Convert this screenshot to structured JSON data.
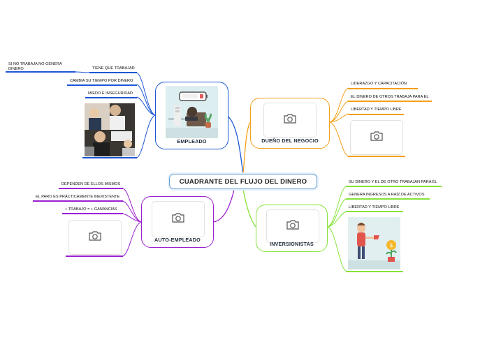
{
  "central": {
    "title": "CUADRANTE DEL FLUJO DEL DINERO"
  },
  "empleado": {
    "title": "EMPLEADO",
    "leaves": [
      "TIENE QUE TRABAJAR",
      "CAMBIA SU TIEMPO POR DINERO",
      "MIEDO E INSEGURIDAD"
    ],
    "subleaf": "SI NO TRABAJA NO GENERA DINERO"
  },
  "dueno": {
    "title": "DUEÑO DEL NEGOCIO",
    "leaves": [
      "LIDERAZGO Y CAPACITACIÓN",
      "EL DINERO DE OTROS TRABAJA PARA ÉL",
      "LIBERTAD Y TIEMPO LIBRE"
    ]
  },
  "auto": {
    "title": "AUTO-EMPLEADO",
    "leaves": [
      "DEPENDEN DE ELLOS MISMOS",
      "EL PARO ES PRÁCTICAMENTE INEXISTENTE",
      "+ TRABAJO = + GANANCIAS"
    ]
  },
  "inversionistas": {
    "title": "INVERSIONISTAS",
    "leaves": [
      "SU DINERO Y EL DE OTRO TRABAJAN PARA ÉL",
      "GENERA INGRESOS A RAÍZ DE ACTIVOS",
      "LIBERTAD Y TIEMPO LIBRE"
    ]
  },
  "colors": {
    "empleado": "#1a56d6",
    "dueno": "#f5a01a",
    "auto": "#9b1fd1",
    "inversionistas": "#86e33a",
    "central_border": "#6aa6d8"
  },
  "icons": [
    "camera-icon"
  ]
}
